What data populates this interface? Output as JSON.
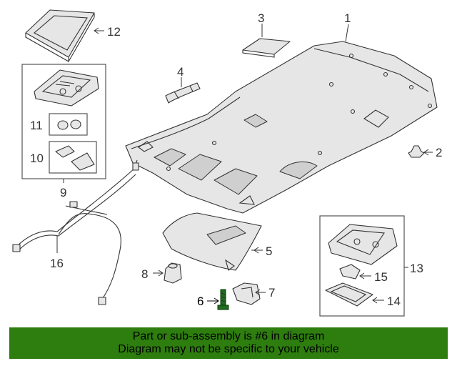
{
  "diagram": {
    "callouts": [
      {
        "id": "1",
        "label": "1"
      },
      {
        "id": "2",
        "label": "2"
      },
      {
        "id": "3",
        "label": "3"
      },
      {
        "id": "4",
        "label": "4"
      },
      {
        "id": "5",
        "label": "5"
      },
      {
        "id": "6",
        "label": "6"
      },
      {
        "id": "7",
        "label": "7"
      },
      {
        "id": "8",
        "label": "8"
      },
      {
        "id": "9",
        "label": "9"
      },
      {
        "id": "10",
        "label": "10"
      },
      {
        "id": "11",
        "label": "11"
      },
      {
        "id": "12",
        "label": "12"
      },
      {
        "id": "13",
        "label": "13"
      },
      {
        "id": "14",
        "label": "14"
      },
      {
        "id": "15",
        "label": "15"
      },
      {
        "id": "16",
        "label": "16"
      }
    ],
    "highlighted_part": "6"
  },
  "banner": {
    "line1": "Part or sub-assembly is #6 in diagram",
    "line2": "Diagram may not be specific to your vehicle",
    "background": "#2e7d0f"
  },
  "colors": {
    "stroke": "#333333",
    "fill": "#e6e6e6",
    "highlight": "#1f6b1f"
  }
}
